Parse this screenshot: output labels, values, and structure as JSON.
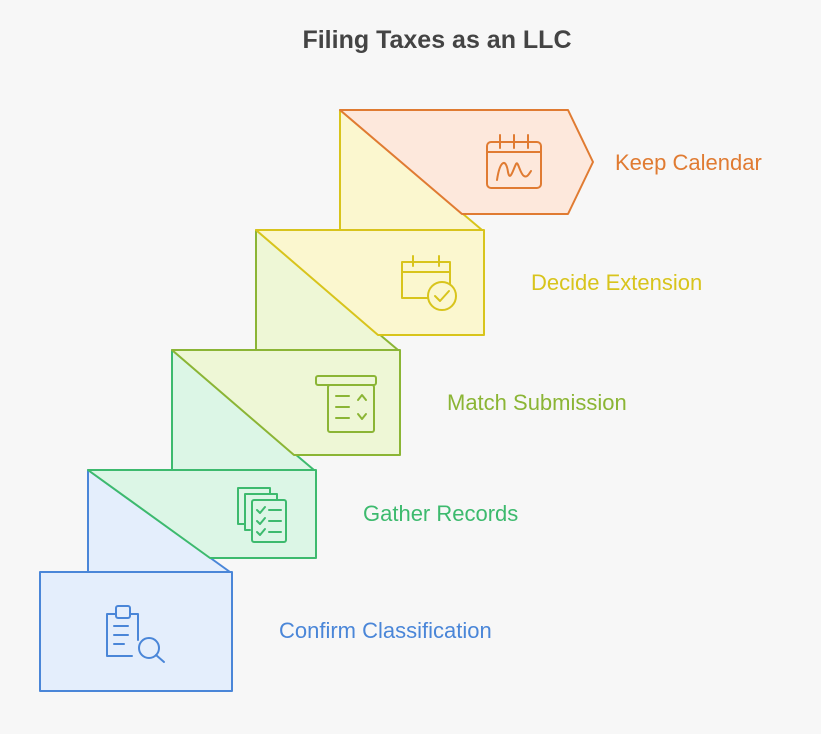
{
  "title": "Filing Taxes as an LLC",
  "steps": [
    {
      "label": "Keep Calendar",
      "icon": "calendar-signature-icon",
      "color": "#e07b32",
      "fill": "#fde8dc"
    },
    {
      "label": "Decide Extension",
      "icon": "calendar-check-icon",
      "color": "#d8c41c",
      "fill": "#fbf7cf"
    },
    {
      "label": "Match Submission",
      "icon": "receipt-list-icon",
      "color": "#8bb535",
      "fill": "#eef7d6"
    },
    {
      "label": "Gather Records",
      "icon": "stacked-checklist-icon",
      "color": "#3dba6e",
      "fill": "#dcf6e6"
    },
    {
      "label": "Confirm Classification",
      "icon": "clipboard-search-icon",
      "color": "#4a86d8",
      "fill": "#e4eefc"
    }
  ]
}
